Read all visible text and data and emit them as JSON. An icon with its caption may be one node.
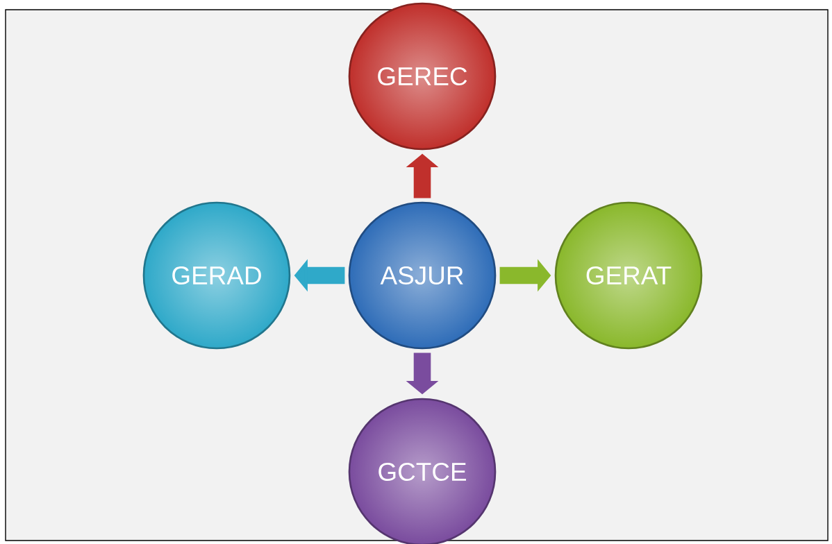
{
  "diagram": {
    "nodes": [
      {
        "text": [
          "ASJUR"
        ]
      },
      {
        "text": [
          "GEREC"
        ]
      },
      {
        "text": [
          "GERAD"
        ]
      },
      {
        "text": [
          "GERAT"
        ]
      },
      {
        "text": [
          "GCTCE"
        ]
      }
    ],
    "edges": [
      {
        "from": 0,
        "to": 1,
        "arrow": "to",
        "color": "#c0302c"
      },
      {
        "from": 0,
        "to": 2,
        "arrow": "to",
        "color": "#2fa9c9"
      },
      {
        "from": 0,
        "to": 3,
        "arrow": "to",
        "color": "#8ab82c"
      },
      {
        "from": 0,
        "to": 4,
        "arrow": "to",
        "color": "#7a4c9e"
      }
    ]
  }
}
